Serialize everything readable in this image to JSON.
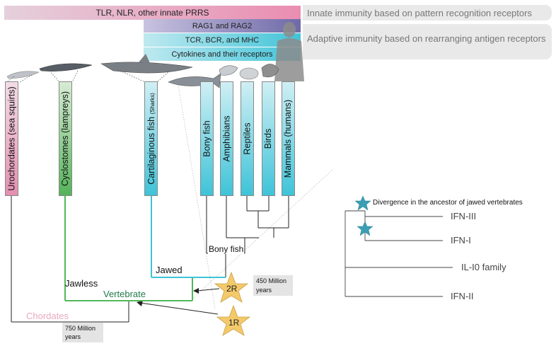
{
  "bars": {
    "innate": "TLR, NLR, other innate PRRS",
    "rag": "RAG1 and RAG2",
    "tcr": "TCR, BCR, and MHC",
    "cytokines": "Cytokines and their receptors"
  },
  "captions": {
    "innate": "Innate immunity based on pattern recognition  receptors",
    "adaptive": "Adaptive immunity based on rearranging antigen receptors"
  },
  "taxa": {
    "urochordates": "Urochordates (sea squirts)",
    "cyclostomes": "Cyclostomes (lampreys)",
    "cartilaginous": "Cartilaginous fish",
    "cartilaginous_sub": "(Sharks)",
    "bony_fish": "Bony fish",
    "amphibians": "Amphibians",
    "reptiles": "Reptiles",
    "birds": "Birds",
    "mammals": "Mammals (humans)"
  },
  "tree": {
    "bony_fish_node": "Bony fish",
    "jawed": "Jawed",
    "jawless": "Jawless",
    "vertebrate": "Vertebrate",
    "chordates": "Chordates"
  },
  "events": {
    "r2": "2R",
    "r1": "1R",
    "r2_time_line1": "450 Million",
    "r2_time_line2": "years",
    "r1_time_line1": "750 Million",
    "r1_time_line2": "years"
  },
  "inset": {
    "legend": "Divergence in the ancestor of jawed vertebrates",
    "ifn3": "IFN-III",
    "ifn1": "IFN-I",
    "il10": "IL-I0 family",
    "ifn2": "IFN-II"
  },
  "colors": {
    "pink": "#e68fb0",
    "purple": "#6f6aa8",
    "cyan": "#3fc3d8",
    "green": "#52b85a",
    "star_gold": "#f4c96a",
    "star_teal": "#3a9fb5"
  }
}
